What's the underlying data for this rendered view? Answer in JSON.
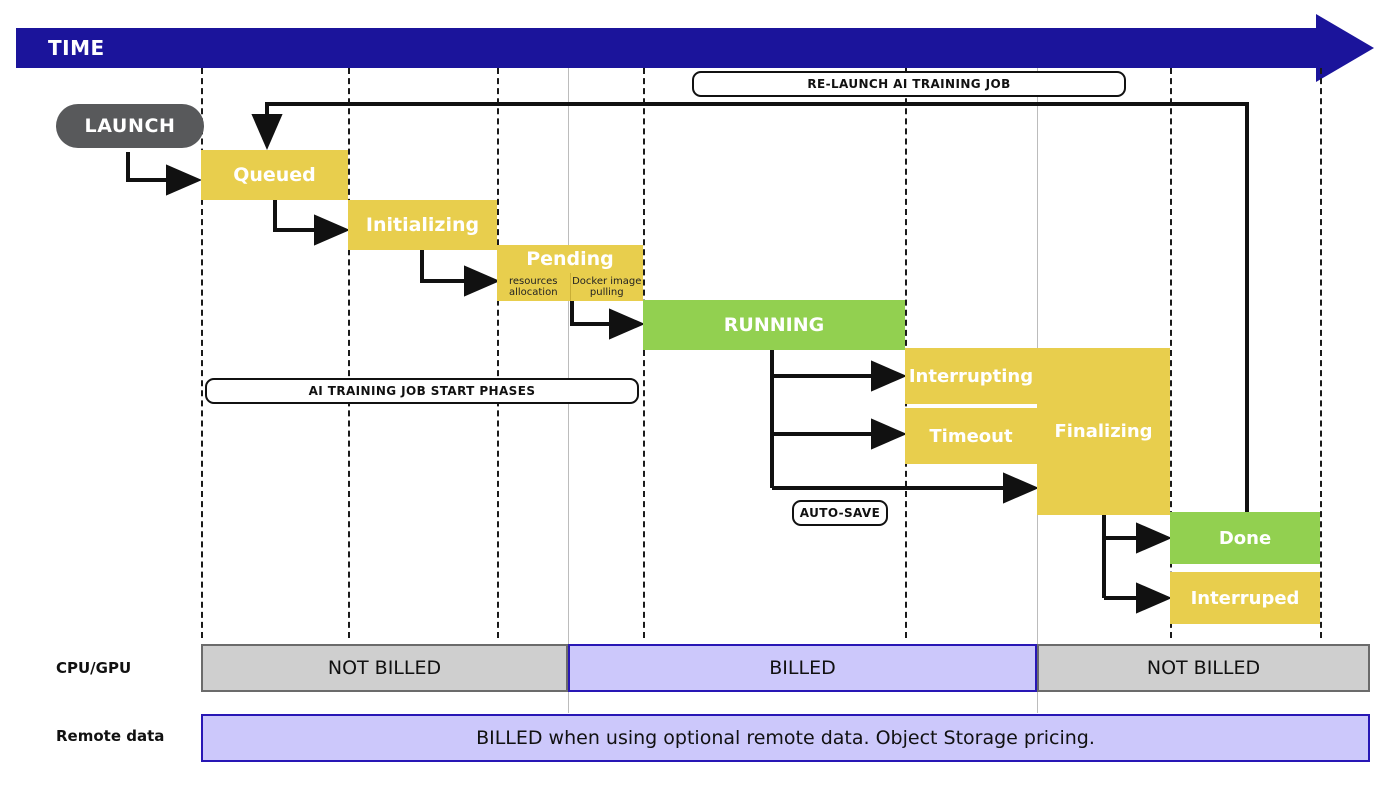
{
  "diagram": {
    "title": "AI Training Job Lifecycle Timeline",
    "time_axis_label": "TIME",
    "colors": {
      "time_bar": "#1B149B",
      "pending_yellow": "#E8CE4D",
      "running_green": "#92D050",
      "launch_gray": "#58595B",
      "billed_fill": "#CCC8FB",
      "billed_border": "#2817B5",
      "not_billed_fill": "#CFCFCF",
      "not_billed_border": "#6B6B6B"
    }
  },
  "start_node": {
    "label": "LAUNCH"
  },
  "states": {
    "queued": {
      "label": "Queued"
    },
    "initializing": {
      "label": "Initializing"
    },
    "pending": {
      "label": "Pending",
      "substeps": [
        {
          "label": "resources allocation"
        },
        {
          "label": "Docker image pulling"
        }
      ]
    },
    "running": {
      "label": "RUNNING"
    },
    "interrupting": {
      "label": "Interrupting"
    },
    "timeout": {
      "label": "Timeout"
    },
    "finalizing": {
      "label": "Finalizing"
    },
    "done": {
      "label": "Done"
    },
    "interrupted": {
      "label": "Interruped"
    }
  },
  "callouts": {
    "relaunch": {
      "label": "RE-LAUNCH AI TRAINING JOB"
    },
    "start_phases": {
      "label": "AI TRAINING JOB START PHASES"
    },
    "autosave": {
      "label": "AUTO-SAVE"
    }
  },
  "billing": {
    "rows": [
      {
        "label": "CPU/GPU",
        "segments": [
          {
            "text": "NOT BILLED",
            "state": "not-billed"
          },
          {
            "text": "BILLED",
            "state": "billed"
          },
          {
            "text": "NOT BILLED",
            "state": "not-billed"
          }
        ]
      },
      {
        "label": "Remote data",
        "segments": [
          {
            "text": "BILLED when using optional remote data. Object Storage pricing.",
            "state": "billed"
          }
        ]
      }
    ]
  }
}
